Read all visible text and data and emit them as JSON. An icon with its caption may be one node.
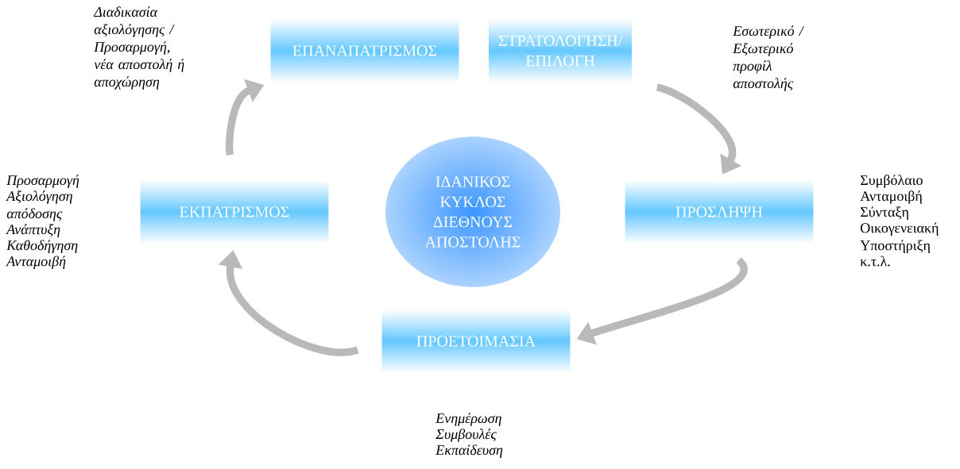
{
  "diagram": {
    "nodes": [
      {
        "text": [
          "ΕΠΑΝΑΠΑΤΡΙΣΜΟΣ"
        ]
      },
      {
        "text": [
          "ΣΤΡΑΤΟΛΟΓΗΣΗ/ ΕΠΙΛΟΓΗ"
        ]
      },
      {
        "text": [
          "ΕΚΠΑΤΡΙΣΜΟΣ"
        ],
        "beside": [
          "Προσαρμογή",
          "Αξιολόγηση απόδοσης",
          "Ανάπτυξη",
          "Καθοδήγηση",
          "Ανταμοιβή"
        ]
      },
      {
        "text": [
          "ΙΔΑΝΙΚΟΣ ΚΥΚΛΟΣ ΔΙΕΘΝΟΥΣ ΑΠΟΣΤΟΛΗΣ"
        ]
      },
      {
        "text": [
          "ΠΡΟΣΛΗΨΗ"
        ],
        "beside": [
          "Συμβόλαιο",
          "Ανταμοιβή",
          "Σύνταξη",
          "Οικογενειακή Υποστήριξη",
          "κ.τ.λ."
        ]
      },
      {
        "text": [
          "ΠΡΟΕΤΟΙΜΑΣΙΑ"
        ],
        "beside": [
          "Ενημέρωση",
          "Συμβουλές",
          "Εκπαίδευση"
        ]
      }
    ],
    "edges": [
      {
        "from": 1,
        "to": 4,
        "arrow": "to"
      },
      {
        "from": 4,
        "to": 5,
        "arrow": "to"
      },
      {
        "from": 5,
        "to": 2,
        "arrow": "to"
      },
      {
        "from": 2,
        "to": 0,
        "arrow": "to"
      }
    ],
    "labels": [
      "Διαδικασία αξιολόγησης / Προσαρμογή, νέα αποστολή ή αποχώρηση",
      "Εσωτερικό / Εξωτερικό προφίλ αποστολής"
    ]
  }
}
